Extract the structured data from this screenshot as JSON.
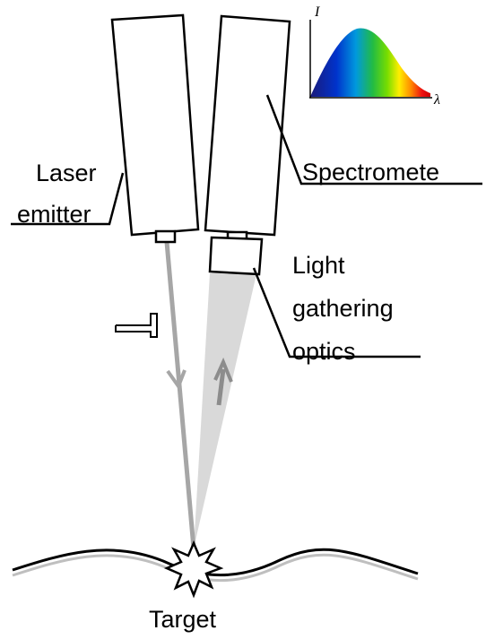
{
  "labels": {
    "laser_line1": "Laser",
    "laser_line2": "emitter",
    "spectrometer": "Spectromete",
    "optics_line1": "Light",
    "optics_line2": "gathering",
    "optics_line3": "optics",
    "target": "Target"
  },
  "spectrum_inset": {
    "y_axis_label": "I",
    "x_axis_label": "λ"
  },
  "colors": {
    "outline": "#000000",
    "laser_beam": "#a6a6a6",
    "collection_cone": "#d9d9d9",
    "return_arrow": "#8c8c8c",
    "surface_shadow": "#bfbfbf"
  }
}
